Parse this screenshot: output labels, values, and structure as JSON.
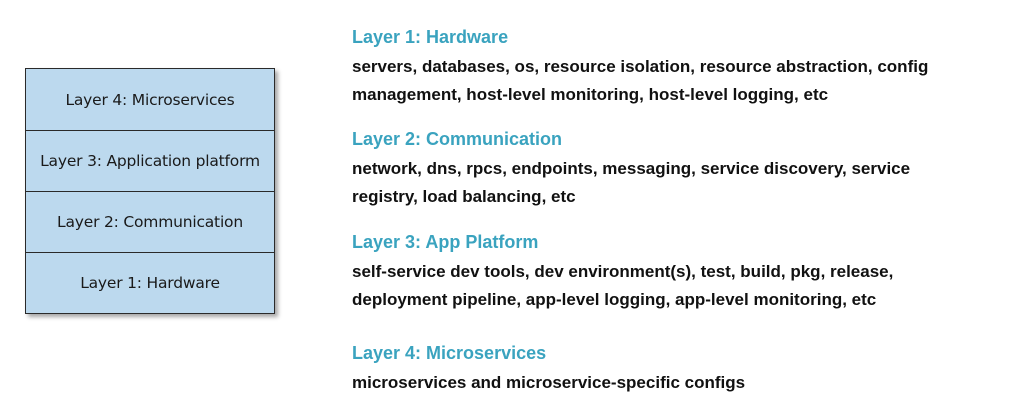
{
  "stack": {
    "layers": [
      {
        "label": "Layer 4: Microservices"
      },
      {
        "label": "Layer 3: Application platform"
      },
      {
        "label": "Layer 2: Communication"
      },
      {
        "label": "Layer 1: Hardware"
      }
    ]
  },
  "descriptions": [
    {
      "title": "Layer 1: Hardware",
      "line1": "servers, databases, os, resource isolation, resource abstraction, config",
      "line2": "management, host-level monitoring, host-level logging, etc"
    },
    {
      "title": "Layer 2: Communication",
      "line1": "network, dns, rpcs, endpoints, messaging, service discovery, service",
      "line2": "registry, load balancing, etc"
    },
    {
      "title": "Layer 3: App Platform",
      "line1": "self-service dev tools, dev environment(s), test, build, pkg, release,",
      "line2": "deployment pipeline, app-level logging, app-level monitoring, etc"
    },
    {
      "title": "Layer 4: Microservices",
      "line1": "microservices and microservice-specific configs"
    }
  ],
  "colors": {
    "box_fill": "#bcd9ee",
    "heading": "#3aa3bf",
    "text": "#111111"
  }
}
